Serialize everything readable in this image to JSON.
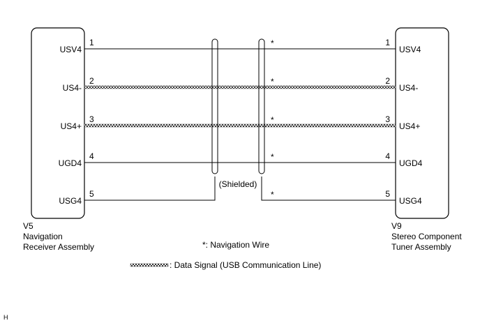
{
  "left_component": {
    "id": "V5",
    "name_line1": "Navigation",
    "name_line2": "Receiver Assembly"
  },
  "right_component": {
    "id": "V9",
    "name_line1": "Stereo Component",
    "name_line2": "Tuner Assembly"
  },
  "signals": [
    {
      "pin": "1",
      "name": "USV4",
      "marker": "*",
      "data_line": false
    },
    {
      "pin": "2",
      "name": "US4-",
      "marker": "*",
      "data_line": true
    },
    {
      "pin": "3",
      "name": "US4+",
      "marker": "*",
      "data_line": true
    },
    {
      "pin": "4",
      "name": "UGD4",
      "marker": "*",
      "data_line": false
    },
    {
      "pin": "5",
      "name": "USG4",
      "marker": "*",
      "data_line": false
    }
  ],
  "shield_label": "(Shielded)",
  "legend": {
    "navigation_wire": "*: Navigation Wire",
    "data_signal": ": Data Signal (USB Communication Line)"
  },
  "corner_mark": "H"
}
